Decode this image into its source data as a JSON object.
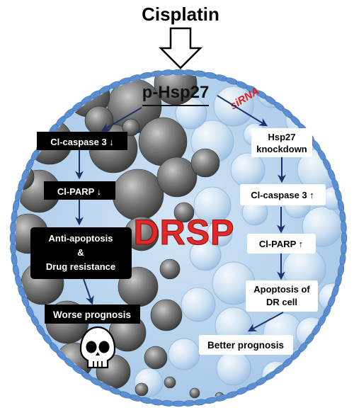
{
  "diagram": {
    "top_label": "Cisplatin",
    "center_protein": "p-Hsp27",
    "sirna_label": "siRNA",
    "drsp_label": "DRSP",
    "left_pathway": {
      "caspase": "Cl-caspase 3 ↓",
      "parp": "Cl-PARP ↓",
      "resistance_line1": "Anti-apoptosis",
      "resistance_line2": "&",
      "resistance_line3": "Drug resistance",
      "outcome": "Worse prognosis"
    },
    "right_pathway": {
      "knockdown_line1": "Hsp27",
      "knockdown_line2": "knockdown",
      "caspase": "Cl-caspase 3 ↑",
      "parp": "Cl-PARP ↑",
      "apoptosis_line1": "Apoptosis of",
      "apoptosis_line2": "DR cell",
      "outcome": "Better prognosis"
    },
    "icons": {
      "outcome_bad": "skull-icon",
      "input_arrow": "hollow-arrow-down-icon"
    },
    "colors": {
      "cell_fill": "#b9d6ee",
      "membrane": "#5b8fd1",
      "dark_vesicle": "#6e6e6e",
      "arrow": "#1f2f6b",
      "sirna": "#e01e1e",
      "drsp": "#e02a2a",
      "left_box": "#000000",
      "right_box": "#ffffff"
    }
  }
}
